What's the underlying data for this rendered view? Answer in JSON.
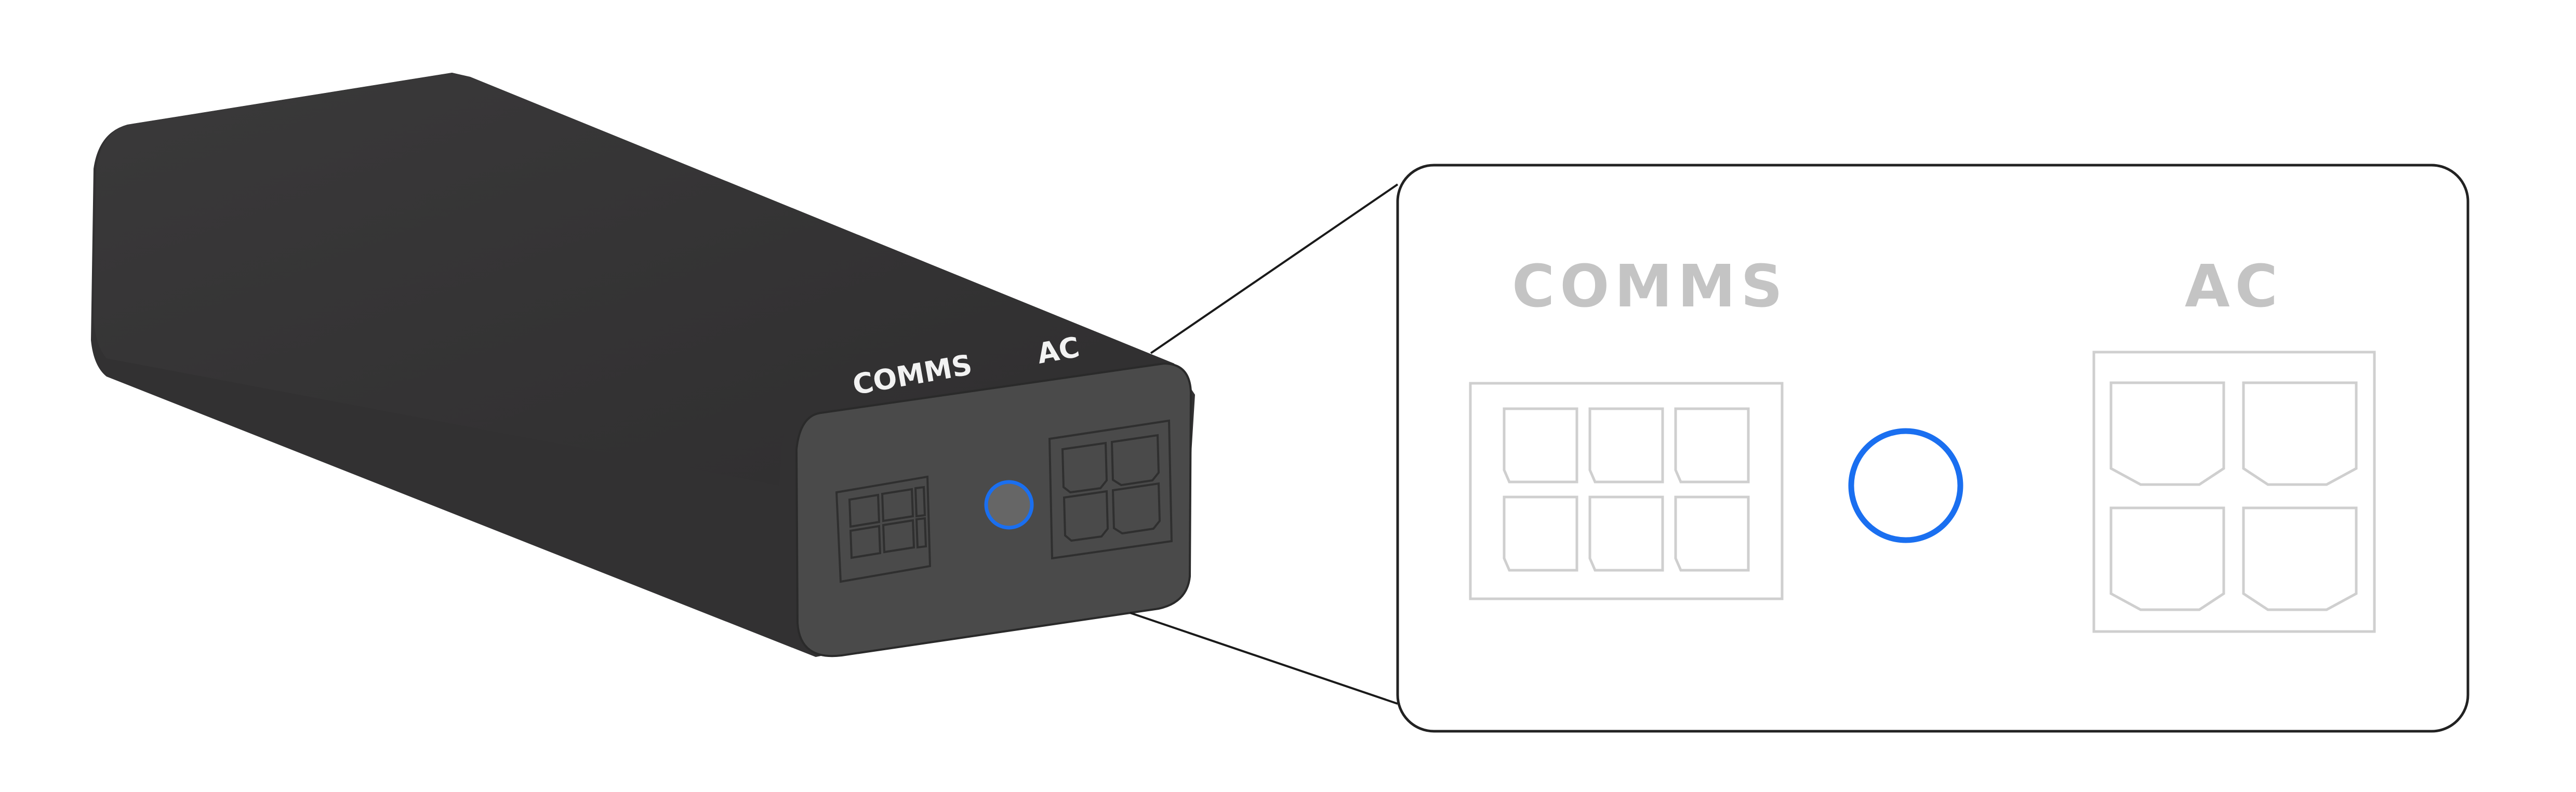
{
  "device": {
    "comms_label": "COMMS",
    "ac_label": "AC"
  },
  "panel": {
    "comms_label": "COMMS",
    "ac_label": "AC"
  },
  "colors": {
    "device_body": "#333233",
    "device_face": "#4a4a4a",
    "indicator_ring": "#1a6ff0",
    "indicator_fill": "#666666",
    "panel_border": "#222222",
    "panel_outline": "#cfcfcf",
    "panel_text": "#c4c4c4"
  },
  "comms_pin_count": 6,
  "ac_pin_count": 4
}
